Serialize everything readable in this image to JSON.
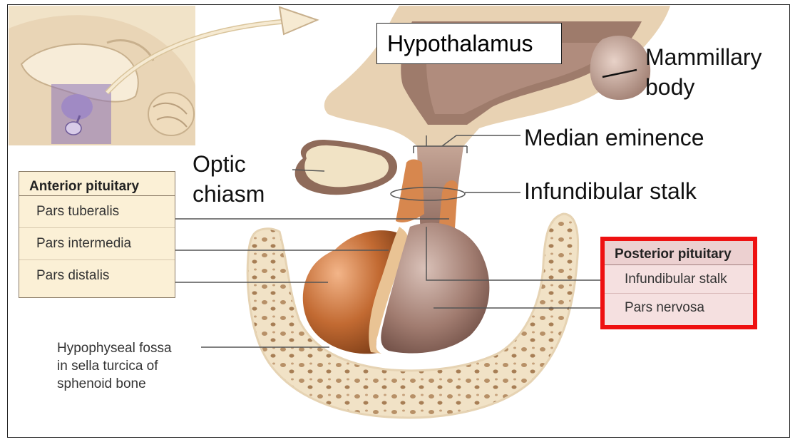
{
  "labels": {
    "hypothalamus": "Hypothalamus",
    "mammillary_body_line1": "Mammillary",
    "mammillary_body_line2": "body",
    "median_eminence": "Median eminence",
    "optic_chiasm_line1": "Optic",
    "optic_chiasm_line2": "chiasm",
    "infundibular_stalk": "Infundibular stalk",
    "fossa_line1": "Hypophyseal fossa",
    "fossa_line2": "in sella turcica of",
    "fossa_line3": "sphenoid bone"
  },
  "anterior_panel": {
    "title": "Anterior pituitary",
    "items": [
      "Pars tuberalis",
      "Pars intermedia",
      "Pars distalis"
    ]
  },
  "posterior_panel": {
    "title": "Posterior pituitary",
    "items": [
      "Infundibular stalk",
      "Pars nervosa"
    ]
  },
  "colors": {
    "highlight_border": "#ee1111",
    "anterior_lobe": "#b8652f",
    "posterior_lobe": "#9a7468",
    "bone": "#efe0c4",
    "brain_tissue": "#a88a78"
  }
}
